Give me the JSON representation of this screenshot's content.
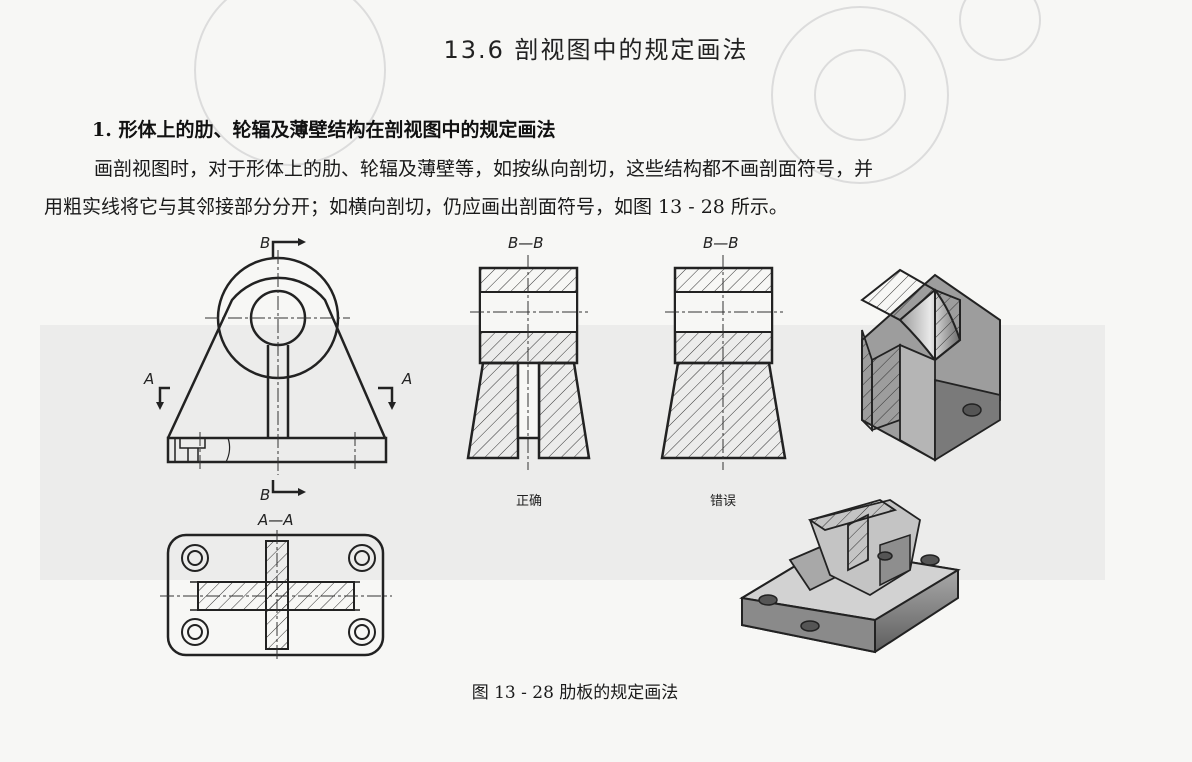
{
  "section_title": "13.6   剖视图中的规定画法",
  "heading": "1. 形体上的肋、轮辐及薄壁结构在剖视图中的规定画法",
  "paragraph": {
    "line1": "画剖视图时，对于形体上的肋、轮辐及薄壁等，如按纵向剖切，这些结构都不画剖面符号，并",
    "line2": "用粗实线将它与其邻接部分分开；如横向剖切，仍应画出剖面符号，如图 13 - 28 所示。"
  },
  "figure": {
    "front_view": {
      "label_b_top": "B",
      "label_b_bottom": "B",
      "label_a_left": "A",
      "label_a_right": "A"
    },
    "section_correct": {
      "title": "B—B",
      "label": "正确"
    },
    "section_wrong": {
      "title": "B—B",
      "label": "错误"
    },
    "top_section": {
      "title": "A—A"
    },
    "caption": "图 13 - 28   肋板的规定画法"
  }
}
